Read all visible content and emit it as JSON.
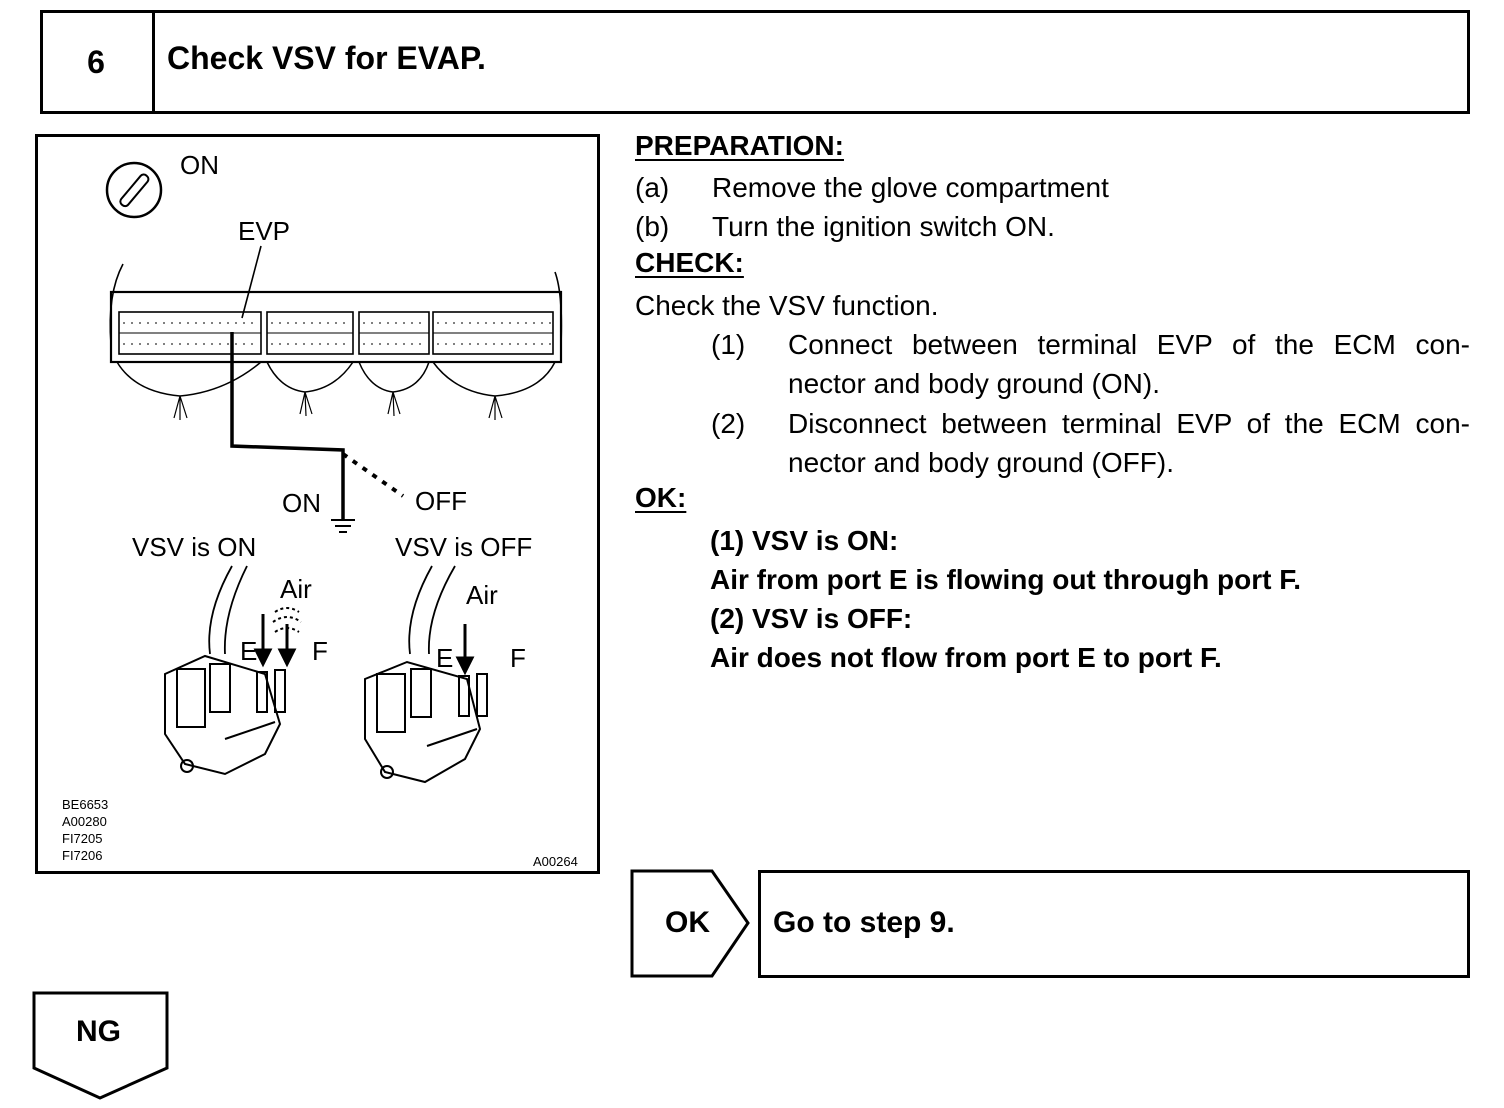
{
  "header": {
    "step_number": "6",
    "title": "Check VSV for EVAP."
  },
  "figure": {
    "ignition_label": "ON",
    "terminal_label": "EVP",
    "switch_on_label": "ON",
    "switch_off_label": "OFF",
    "vsv_on_label": "VSV is ON",
    "vsv_off_label": "VSV is OFF",
    "air_label_left": "Air",
    "air_label_right": "Air",
    "port_e_left": "E",
    "port_f_left": "F",
    "port_e_right": "E",
    "port_f_right": "F",
    "codes": [
      "BE6653",
      "A00280",
      "FI7205",
      "FI7206"
    ],
    "figure_id": "A00264"
  },
  "preparation": {
    "heading": "PREPARATION:",
    "steps": [
      {
        "marker": "(a)",
        "text": "Remove the glove compartment"
      },
      {
        "marker": "(b)",
        "text": "Turn the ignition switch ON."
      }
    ]
  },
  "check": {
    "heading": "CHECK:",
    "intro": "Check the VSV function.",
    "items": [
      {
        "marker": "(1)",
        "line1": "Connect between terminal EVP of the ECM con-",
        "line2": "nector and body ground (ON)."
      },
      {
        "marker": "(2)",
        "line1": "Disconnect between terminal EVP of the ECM con-",
        "line2": "nector and body ground (OFF)."
      }
    ]
  },
  "ok_section": {
    "heading": "OK:",
    "lines": [
      "(1) VSV is ON:",
      "Air from port E is flowing out through port F.",
      "(2) VSV is OFF:",
      "Air does not flow from port E to port F."
    ]
  },
  "results": {
    "ok_label": "OK",
    "ok_action": "Go to step 9.",
    "ng_label": "NG"
  }
}
